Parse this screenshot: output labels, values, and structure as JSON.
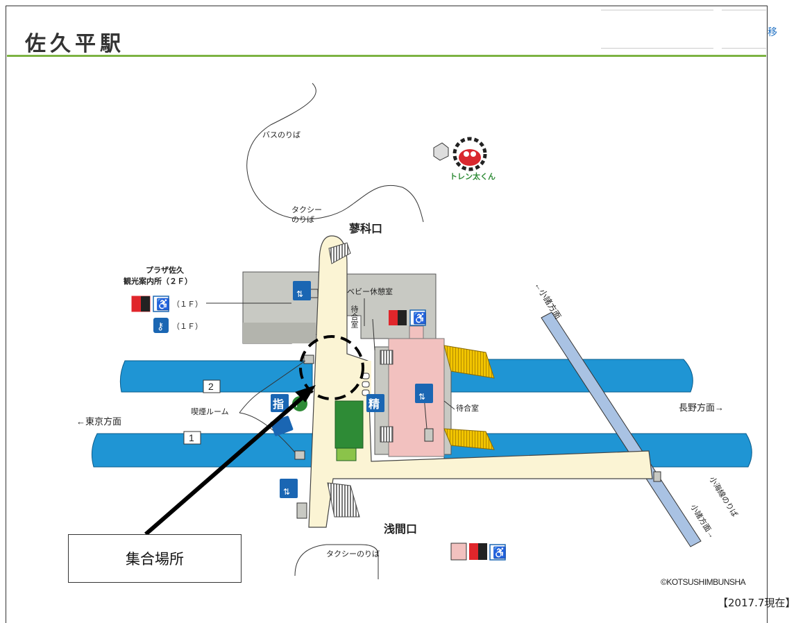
{
  "page": {
    "title": "佐久平駅",
    "tab_edge_text": "移"
  },
  "map": {
    "labels": {
      "bus_stop": "バスのりば",
      "taxi_north": "タクシー\nのりば",
      "tateshina_exit": "蓼科口",
      "plaza_saku": "プラザ佐久",
      "tourist_info": "観光案内所（２Ｆ）",
      "toilet_floor": "（１Ｆ）",
      "locker_floor": "（１Ｆ）",
      "baby_room": "ベビー休憩室",
      "waiting_room_vertical": "待合室",
      "waiting_room": "待合室",
      "smoking_room": "喫煙ルーム",
      "tokyo_direction": "←東京方面",
      "nagano_direction": "長野方面→",
      "komoro_direction_upper": "←小諸方面",
      "komoro_direction_lower": "小諸方面→",
      "koumi_line": "小海線のりば",
      "asama_exit": "浅間口",
      "taxi_south": "タクシーのりば",
      "platform_2": "2",
      "platform_1": "1",
      "reserved_seat_icon": "指",
      "fare_adjust_icon": "精",
      "mascot_name": "トレン太くん"
    },
    "colors": {
      "track": "#1f95d4",
      "building": "#c8c9c3",
      "concourse": "#fbf4d4",
      "gates": "#f2c1bf",
      "shop": "#2e8b36",
      "escalator": "#f1c400",
      "koumi_platform": "#a9c2e3",
      "accent_green": "#7cb342",
      "toilet_red": "#e0262b",
      "info_blue": "#1a66b3"
    }
  },
  "annotation": {
    "meeting_point": "集合場所"
  },
  "footer": {
    "copyright": "©KOTSUSHIMBUNSHA",
    "date": "【2017.7現在】"
  }
}
